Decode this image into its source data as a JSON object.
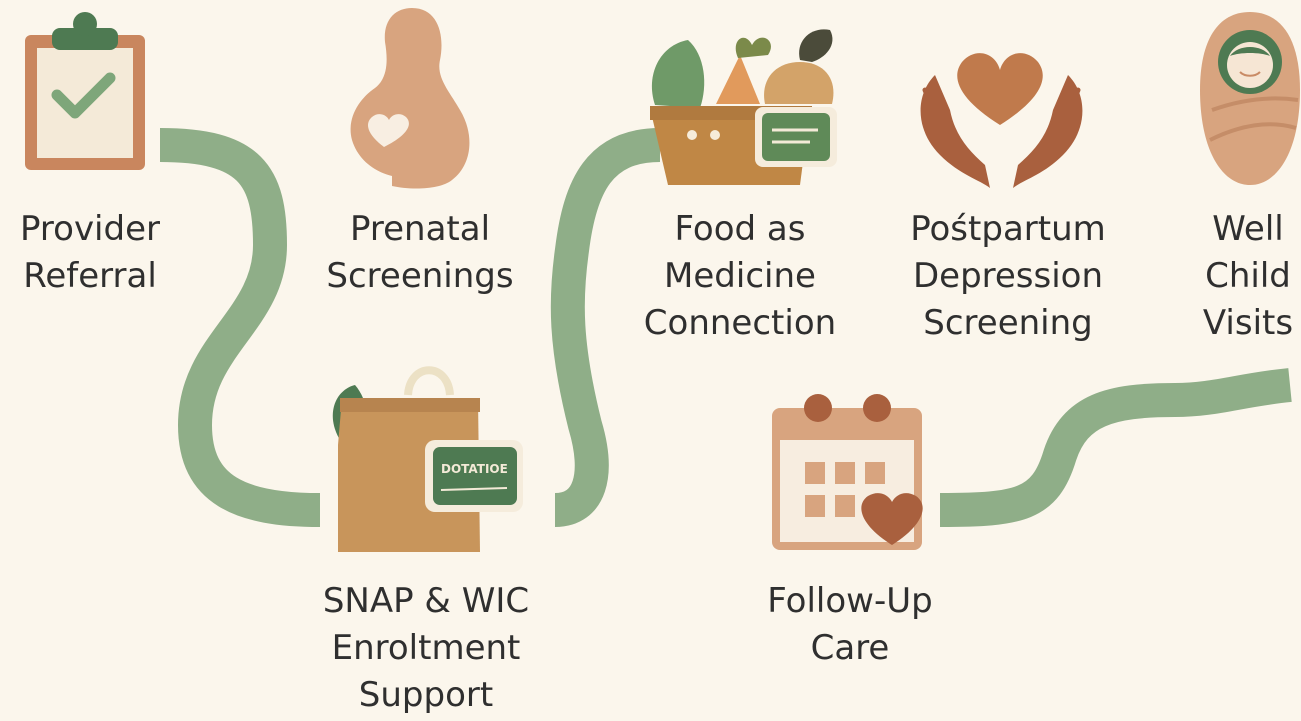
{
  "colors": {
    "background": "#fbf6ec",
    "path_green": "#8fae88",
    "dark_green": "#4e7a52",
    "tan": "#c8955b",
    "terracotta": "#b87048",
    "peach": "#d8a47f",
    "text": "#2f2f2f"
  },
  "steps": [
    {
      "id": "provider-referral",
      "icon": "clipboard-check-icon",
      "label": [
        "Provider",
        "Referral"
      ]
    },
    {
      "id": "prenatal-screenings",
      "icon": "pregnant-heart-icon",
      "label": [
        "Prenatal",
        "Screenings"
      ]
    },
    {
      "id": "snap-wic",
      "icon": "grocery-bag-icon",
      "label": [
        "SNAP & WIC",
        "Enroltment",
        "Support"
      ],
      "card_text": "DOTATIOE"
    },
    {
      "id": "food-as-medicine",
      "icon": "produce-basket-icon",
      "label": [
        "Food as",
        "Medicine",
        "Connection"
      ]
    },
    {
      "id": "postpartum-depression",
      "icon": "hands-heart-icon",
      "label": [
        "Pośtpartum",
        "Depression",
        "Screening"
      ]
    },
    {
      "id": "follow-up-care",
      "icon": "calendar-heart-icon",
      "label": [
        "Follow-Up",
        "Care"
      ]
    },
    {
      "id": "well-child",
      "icon": "swaddled-baby-icon",
      "label": [
        "Well",
        "Child",
        "Visits"
      ]
    }
  ]
}
